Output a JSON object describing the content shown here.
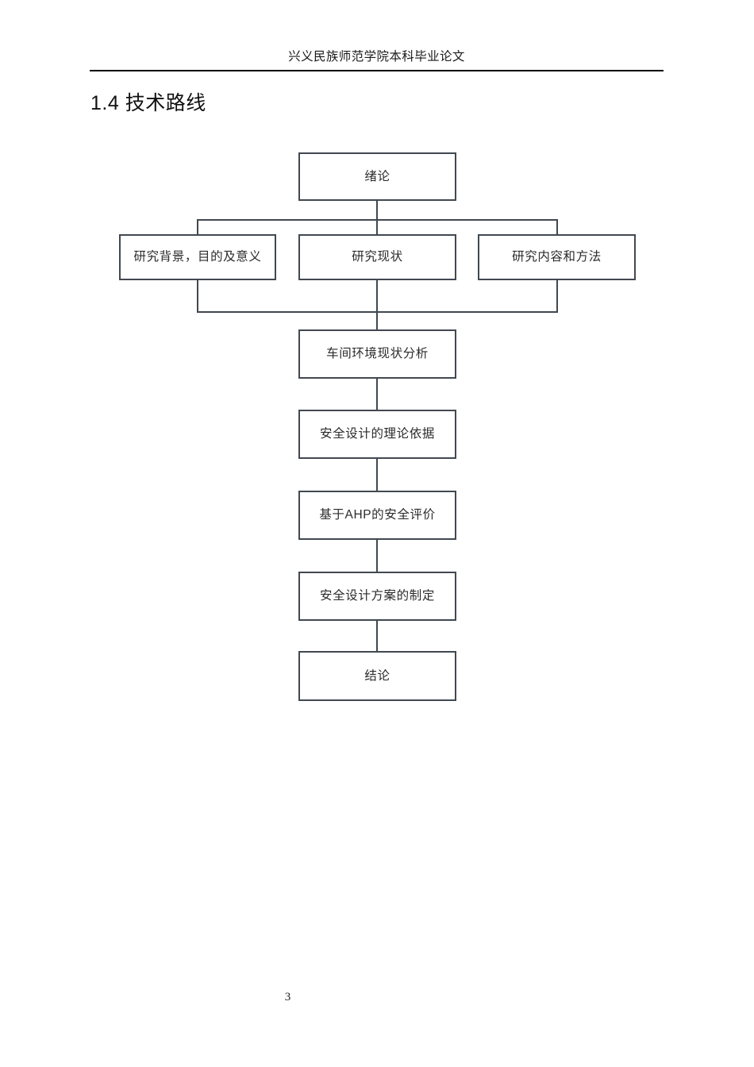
{
  "page": {
    "header_text": "兴义民族师范学院本科毕业论文",
    "section_heading": "1.4 技术路线",
    "page_number": "3",
    "border_color": "#414850",
    "rule_color": "#000000",
    "text_color": "#2b2b2b",
    "background": "#ffffff"
  },
  "flowchart": {
    "title": "技术路线",
    "type": "flowchart",
    "nodes": [
      {
        "id": "n1",
        "label": "绪论"
      },
      {
        "id": "n2",
        "label": "研究背景，目的及意义"
      },
      {
        "id": "n3",
        "label": "研究现状"
      },
      {
        "id": "n4",
        "label": "研究内容和方法"
      },
      {
        "id": "n5",
        "label": "车间环境现状分析"
      },
      {
        "id": "n6",
        "label": "安全设计的理论依据"
      },
      {
        "id": "n7",
        "label": "基于AHP的安全评价"
      },
      {
        "id": "n8",
        "label": "安全设计方案的制定"
      },
      {
        "id": "n9",
        "label": "结论"
      }
    ]
  }
}
